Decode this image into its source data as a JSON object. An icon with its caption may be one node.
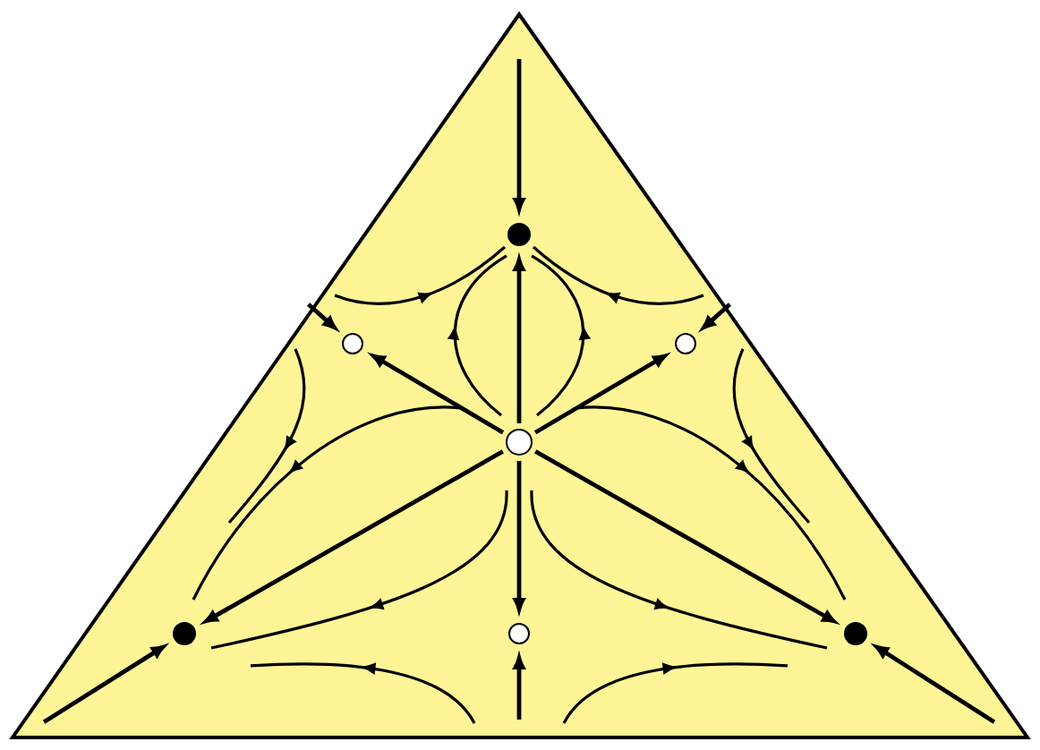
{
  "diagram": {
    "nodes": [
      {
        "text": [],
        "shape": "dot"
      },
      {
        "text": [],
        "shape": "circle"
      },
      {
        "text": [],
        "shape": "circle"
      },
      {
        "text": [],
        "shape": "circle"
      },
      {
        "text": [],
        "shape": "dot"
      },
      {
        "text": [],
        "shape": "circle"
      },
      {
        "text": [],
        "shape": "dot"
      }
    ],
    "edges": [
      {
        "from": null,
        "to": 0,
        "arrow": "to"
      },
      {
        "from": 3,
        "to": 0,
        "arrow": "to"
      },
      {
        "from": 3,
        "to": 1,
        "arrow": "to"
      },
      {
        "from": 3,
        "to": 2,
        "arrow": "to"
      },
      {
        "from": null,
        "to": 1,
        "arrow": "to"
      },
      {
        "from": null,
        "to": 2,
        "arrow": "to"
      },
      {
        "from": 3,
        "to": 4,
        "arrow": "to"
      },
      {
        "from": 3,
        "to": 6,
        "arrow": "to"
      },
      {
        "from": 3,
        "to": 5,
        "arrow": "to"
      },
      {
        "from": null,
        "to": 4,
        "arrow": "to"
      },
      {
        "from": null,
        "to": 6,
        "arrow": "to"
      },
      {
        "from": null,
        "to": 5,
        "arrow": "to"
      }
    ]
  }
}
